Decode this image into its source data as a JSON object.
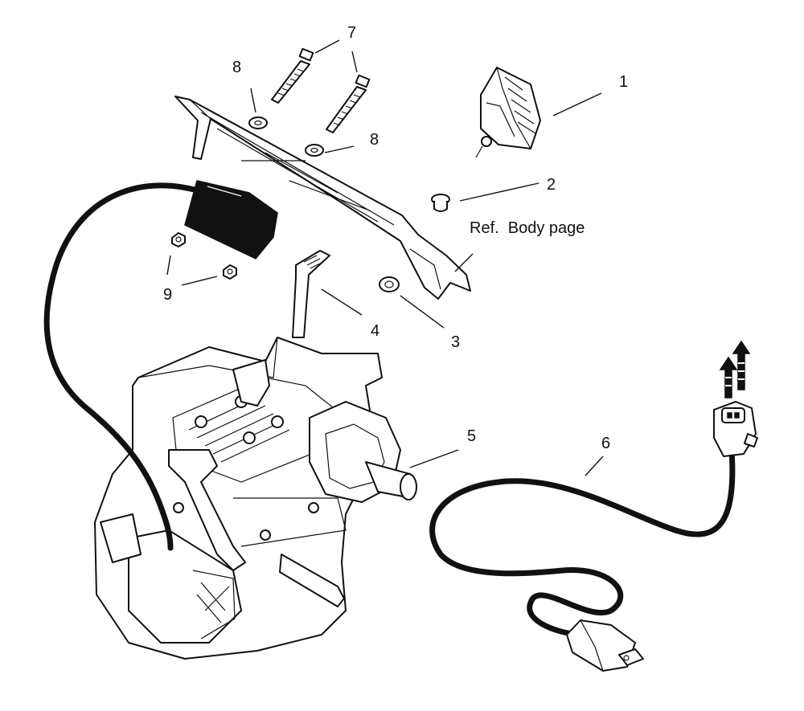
{
  "callouts": {
    "c1": "1",
    "c2": "2",
    "c3": "3",
    "c4": "4",
    "c5": "5",
    "c6": "6",
    "c7": "7",
    "c8a": "8",
    "c8b": "8",
    "c9": "9"
  },
  "reference_note": "Ref.  Body page",
  "colors": {
    "ink": "#111111",
    "paper": "#ffffff"
  }
}
